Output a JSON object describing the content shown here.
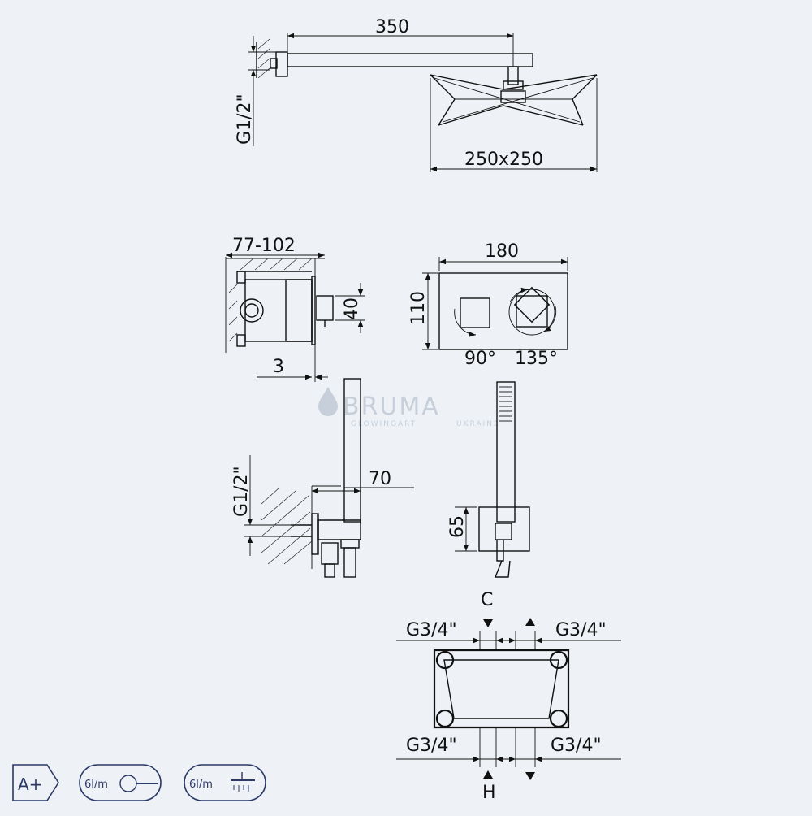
{
  "watermark": {
    "brand": "BRUMA",
    "sub": "GLOWINGART",
    "sub_tag": "UKRAINE"
  },
  "shower_head": {
    "arm_length": "350",
    "thread": "G1/2\"",
    "head_size": "250x250"
  },
  "mixer": {
    "depth": "77-102",
    "height_step": "40",
    "offset": "3"
  },
  "faceplate": {
    "width": "180",
    "height": "110",
    "angle_left": "90°",
    "angle_right": "135°"
  },
  "hand_shower": {
    "thread": "G1/2\"",
    "projection": "70",
    "bracket_height": "65"
  },
  "connections": {
    "cold_label": "C",
    "hot_label": "H",
    "top_left": "G3/4\"",
    "top_right": "G3/4\"",
    "bottom_left": "G3/4\"",
    "bottom_right": "G3/4\""
  },
  "badges": {
    "energy": "A+",
    "flow_hand": "6l/m",
    "flow_head": "6l/m"
  }
}
